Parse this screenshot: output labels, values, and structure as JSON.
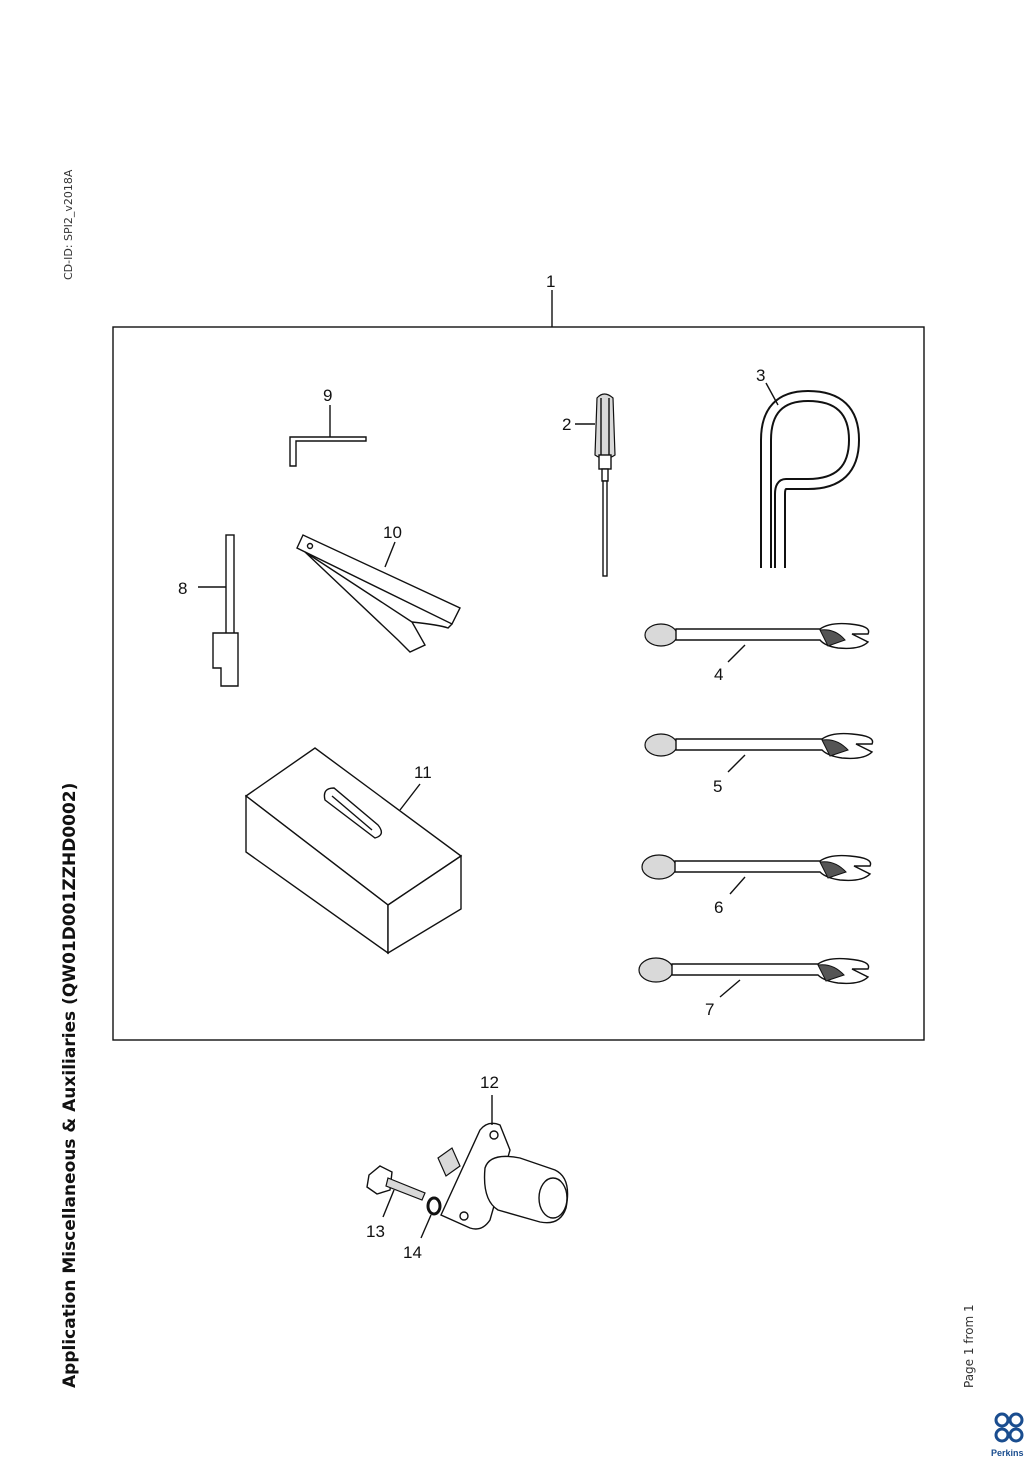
{
  "document": {
    "cd_id": "CD-ID: SPI2_v2018A",
    "title": "Application Miscellaneous & Auxiliaries (QW01D001ZZHD0002)",
    "pagination": "Page 1 from 1",
    "brand": "Perkins"
  },
  "callouts": {
    "c1": "1",
    "c2": "2",
    "c3": "3",
    "c4": "4",
    "c5": "5",
    "c6": "6",
    "c7": "7",
    "c8": "8",
    "c9": "9",
    "c10": "10",
    "c11": "11",
    "c12": "12",
    "c13": "13",
    "c14": "14"
  },
  "icons": {
    "logo": "perkins-logo-icon"
  },
  "colors": {
    "brand_blue": "#1a4d8f",
    "line": "#111111"
  }
}
